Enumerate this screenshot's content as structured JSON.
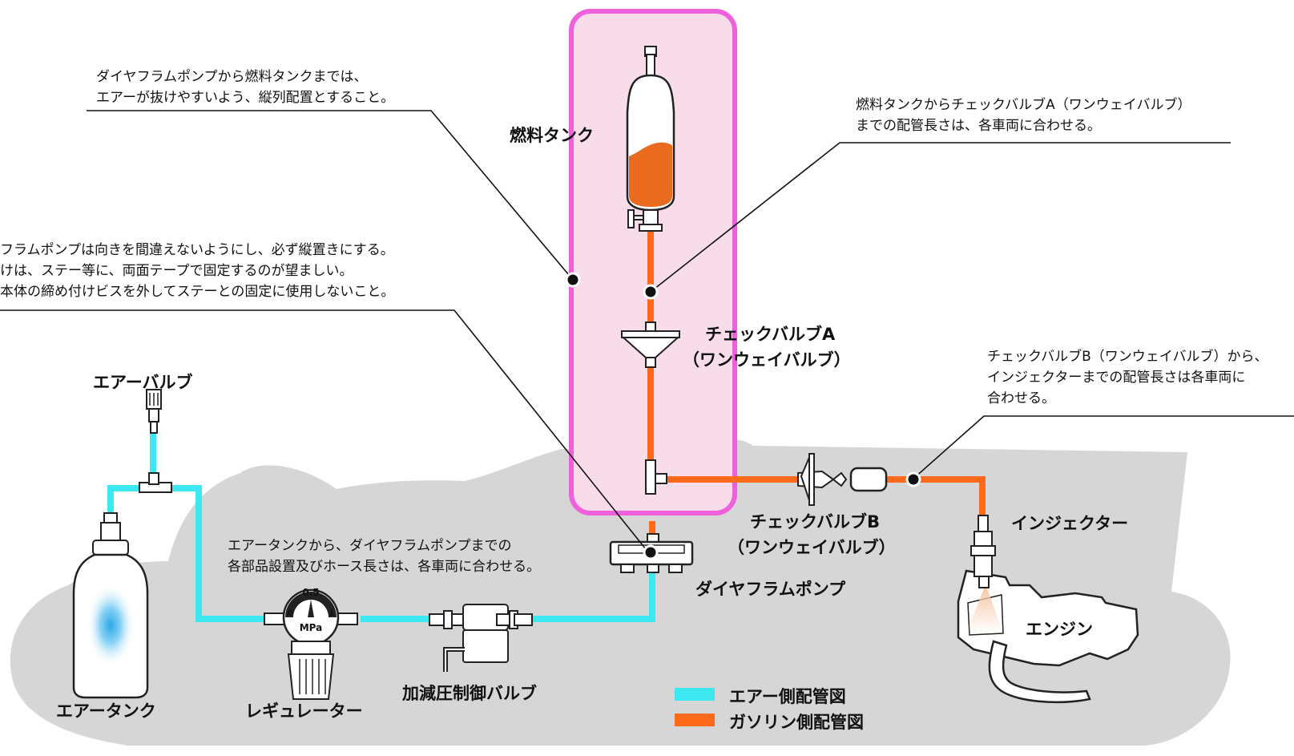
{
  "colors": {
    "air_pipe": "#3ee8f0",
    "gasoline_pipe": "#ff6a1a",
    "highlight_border": "#f060dc",
    "highlight_fill": "#f8dcea",
    "car_body": "#d6d6d6",
    "fuel": "#ea6a20"
  },
  "labels": {
    "fuel_tank": "燃料タンク",
    "check_valve_a": "チェックバルブA",
    "check_valve_a_sub": "（ワンウェイバルブ）",
    "air_valve": "エアーバルブ",
    "check_valve_b": "チェックバルブB",
    "check_valve_b_sub": "（ワンウェイバルブ）",
    "injector": "インジェクター",
    "diaphragm_pump": "ダイヤフラムポンプ",
    "engine": "エンジン",
    "air_tank": "エアータンク",
    "regulator": "レギュレーター",
    "pressure_valve": "加減圧制御バルブ"
  },
  "gauge": {
    "max": "0.5",
    "min": "0",
    "one": "1",
    "unit": "MPa"
  },
  "notes": {
    "vertical_layout": [
      "ダイヤフラムポンプから燃料タンクまでは、",
      "エアーが抜けやすいよう、縦列配置とすること。"
    ],
    "pipe_a": [
      "燃料タンクからチェックバルブA（ワンウェイバルブ）",
      "までの配管長さは、各車両に合わせる。"
    ],
    "pump_mount": [
      "フラムポンプは向きを間違えないようにし、必ず縦置きにする。",
      "けは、ステー等に、両面テープで固定するのが望ましい。",
      "本体の締め付けビスを外してステーとの固定に使用しないこと。"
    ],
    "pipe_b": [
      "チェックバルブB（ワンウェイバルブ）から、",
      "インジェクターまでの配管長さは各車両に",
      "合わせる。"
    ],
    "air_side": [
      "エアータンクから、ダイヤフラムポンプまでの",
      "各部品設置及びホース長さは、各車両に合わせる。"
    ]
  },
  "legend": {
    "air": "エアー側配管図",
    "gasoline": "ガソリン側配管図"
  }
}
